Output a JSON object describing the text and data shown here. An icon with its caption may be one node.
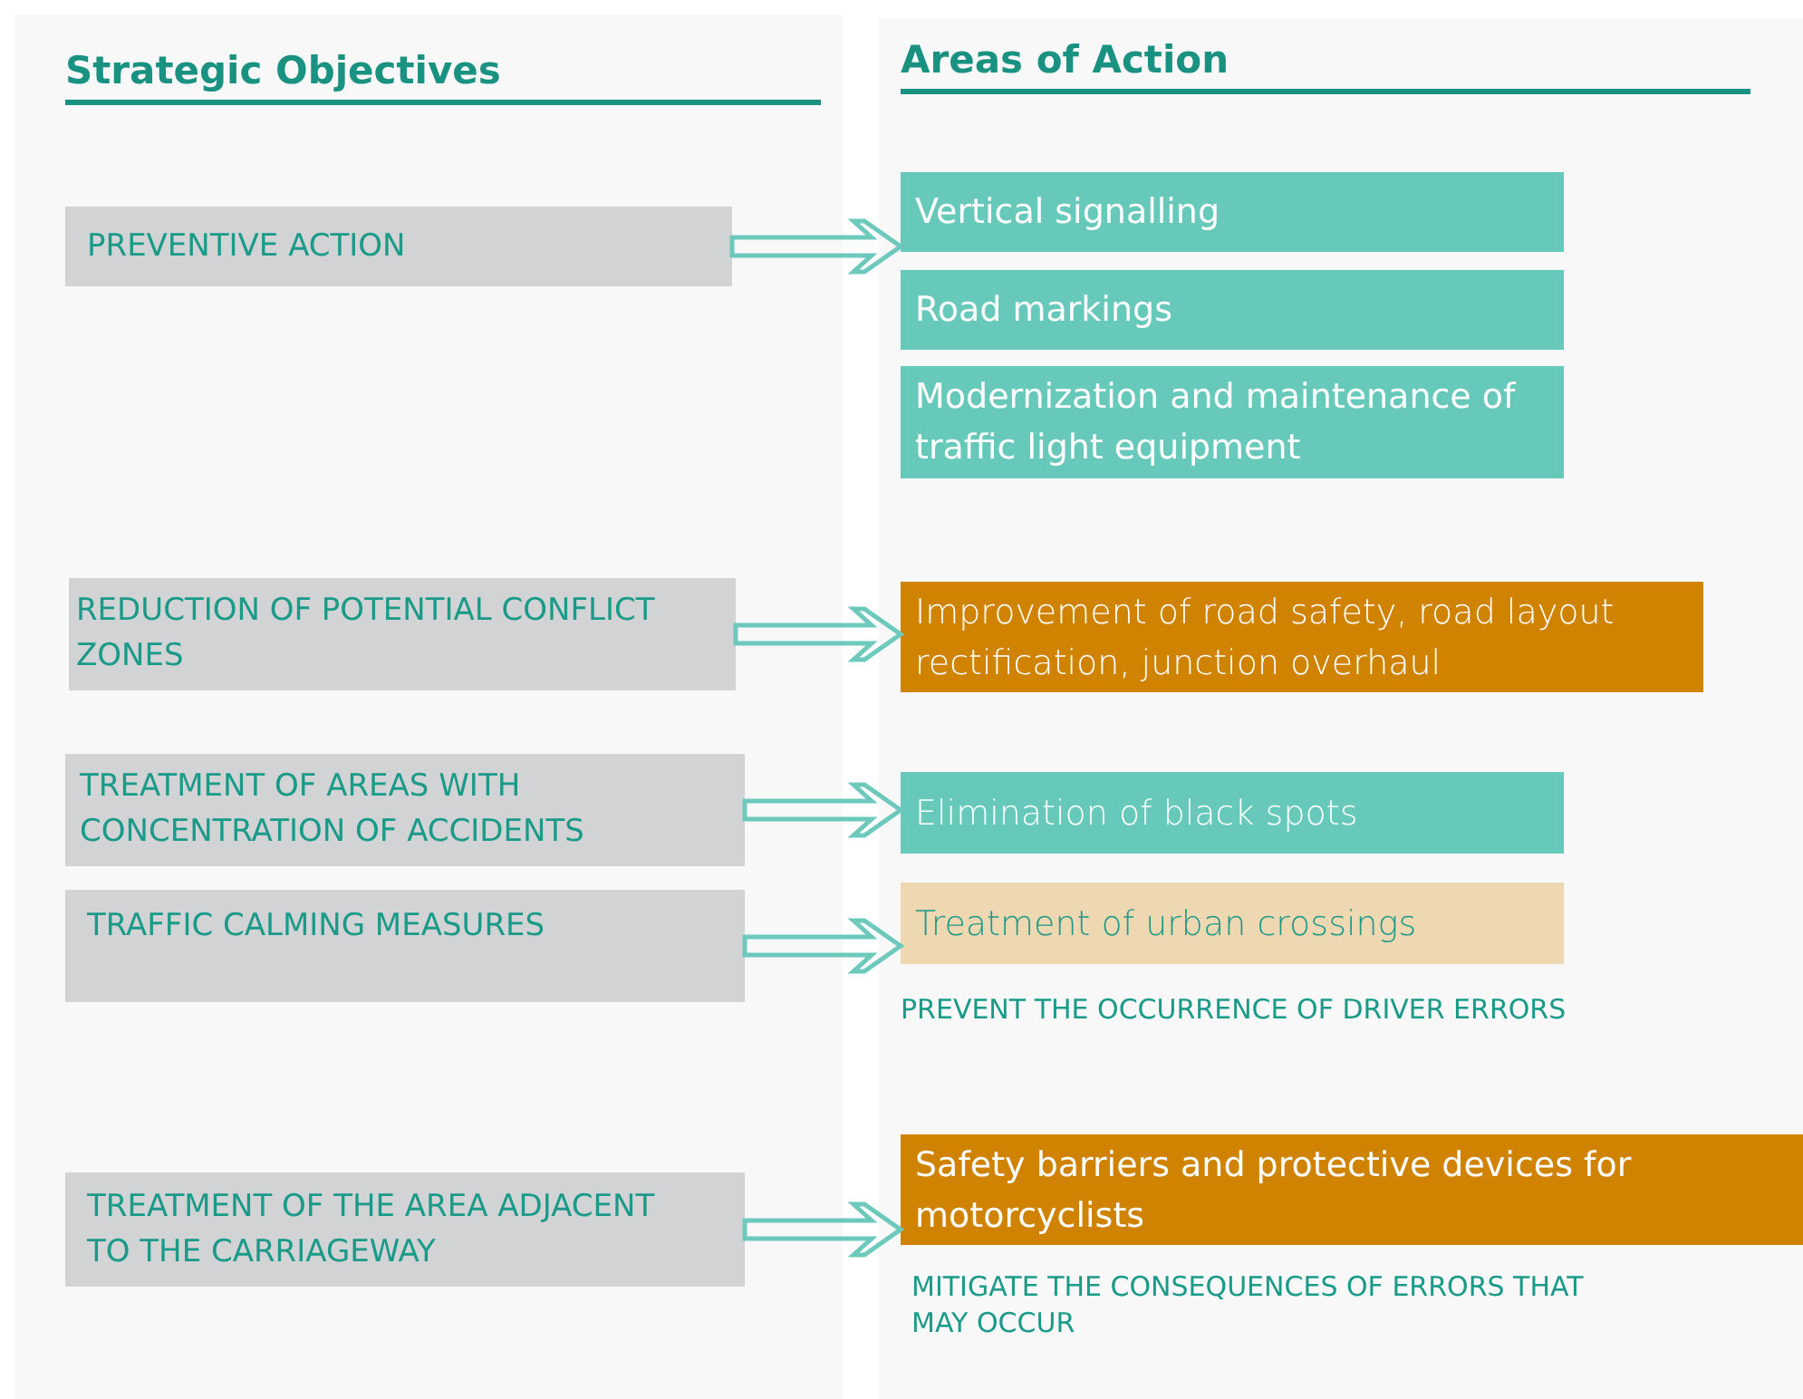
{
  "diagram": {
    "nodes": [
      {
        "text": [
          "Strategic Objectives"
        ]
      },
      {
        "text": [
          "Areas of Action"
        ]
      },
      {
        "text": [
          "PREVENTIVE ACTION"
        ],
        "in": 0
      },
      {
        "text": [
          "REDUCTION OF POTENTIAL CONFLICT ZONES"
        ],
        "in": 0
      },
      {
        "text": [
          "TREATMENT OF AREAS WITH CONCENTRATION OF ACCIDENTS"
        ],
        "in": 0
      },
      {
        "text": [
          "TRAFFIC CALMING MEASURES"
        ],
        "in": 0
      },
      {
        "text": [
          "TREATMENT OF THE AREA ADJACENT TO THE CARRIAGEWAY"
        ],
        "in": 0
      },
      {
        "text": [
          "Vertical signalling"
        ],
        "in": 1
      },
      {
        "text": [
          "Road markings"
        ],
        "in": 1
      },
      {
        "text": [
          "Modernization and maintenance of traffic light equipment"
        ],
        "in": 1
      },
      {
        "text": [
          "Improvement of road safety, road layout rectification, junction overhaul"
        ],
        "in": 1
      },
      {
        "text": [
          "Elimination of black spots"
        ],
        "in": 1
      },
      {
        "text": [
          "Treatment of urban crossings"
        ],
        "in": 1
      },
      {
        "text": [
          "Safety barriers and protective devices for motorcyclists"
        ],
        "in": 1
      }
    ],
    "edges": [
      {
        "from": 2,
        "to": 7,
        "arrow": "to"
      },
      {
        "from": 3,
        "to": 10,
        "arrow": "to"
      },
      {
        "from": 4,
        "to": 11,
        "arrow": "to"
      },
      {
        "from": 5,
        "to": 12,
        "arrow": "to"
      },
      {
        "from": 6,
        "to": 13,
        "arrow": "to"
      }
    ],
    "labels": [
      "PREVENT THE OCCURRENCE OF DRIVER ERRORS",
      "MITIGATE THE CONSEQUENCES OF ERRORS THAT MAY OCCUR"
    ]
  }
}
